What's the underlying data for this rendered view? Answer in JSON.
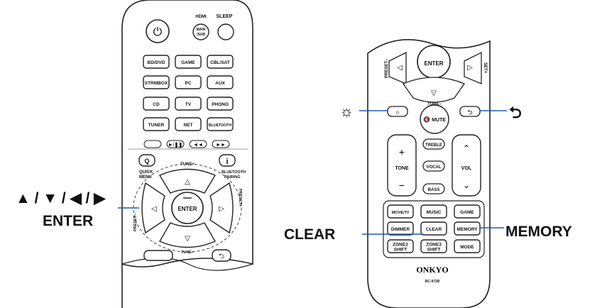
{
  "left_remote": {
    "top_labels": {
      "hdmi": "HDMI",
      "sleep": "SLEEP",
      "main_sub": "MAIN\n/SUB"
    },
    "inputs": [
      [
        "BD/DVD",
        "GAME",
        "CBL/SAT"
      ],
      [
        "STRMBOX",
        "PC",
        "AUX"
      ],
      [
        "CD",
        "TV",
        "PHONO"
      ],
      [
        "TUNER",
        "NET",
        "BLUETOOTH"
      ]
    ],
    "quick_menu": "QUICK\nMENU",
    "info": "i",
    "q": "Q",
    "tune_plus": "TUNE+",
    "tune_minus": "TUNE–",
    "bt_pairing": "BLUETOOTH\nPAIRING",
    "enter": "ENTER",
    "preset_minus": "PRESET–",
    "preset_plus": "PRESET+"
  },
  "right_remote": {
    "enter": "ENTER",
    "preset_minus": "PRESET–",
    "preset_plus": "SET+",
    "tune_minus": "TUNE–",
    "mute": "MUTE",
    "tone": "TONE",
    "vol": "VOL",
    "treble": "TREBLE",
    "vocal": "VOCAL",
    "bass": "BASS",
    "mode_buttons": [
      [
        "MOVIE/TV",
        "MUSIC",
        "GAME"
      ],
      [
        "DIMMER",
        "CLEAR",
        "MEMORY"
      ],
      [
        "ZONE2\nSHIFT",
        "ZONE3\nSHIFT",
        "MODE"
      ]
    ],
    "brand": "ONKYO",
    "model": "RC-972R"
  },
  "callouts": {
    "arrows": "▲ / ▼ / ◀ / ▶",
    "enter": "ENTER",
    "clear": "CLEAR",
    "memory": "MEMORY"
  },
  "colors": {
    "leader": "#1a5fa8"
  }
}
